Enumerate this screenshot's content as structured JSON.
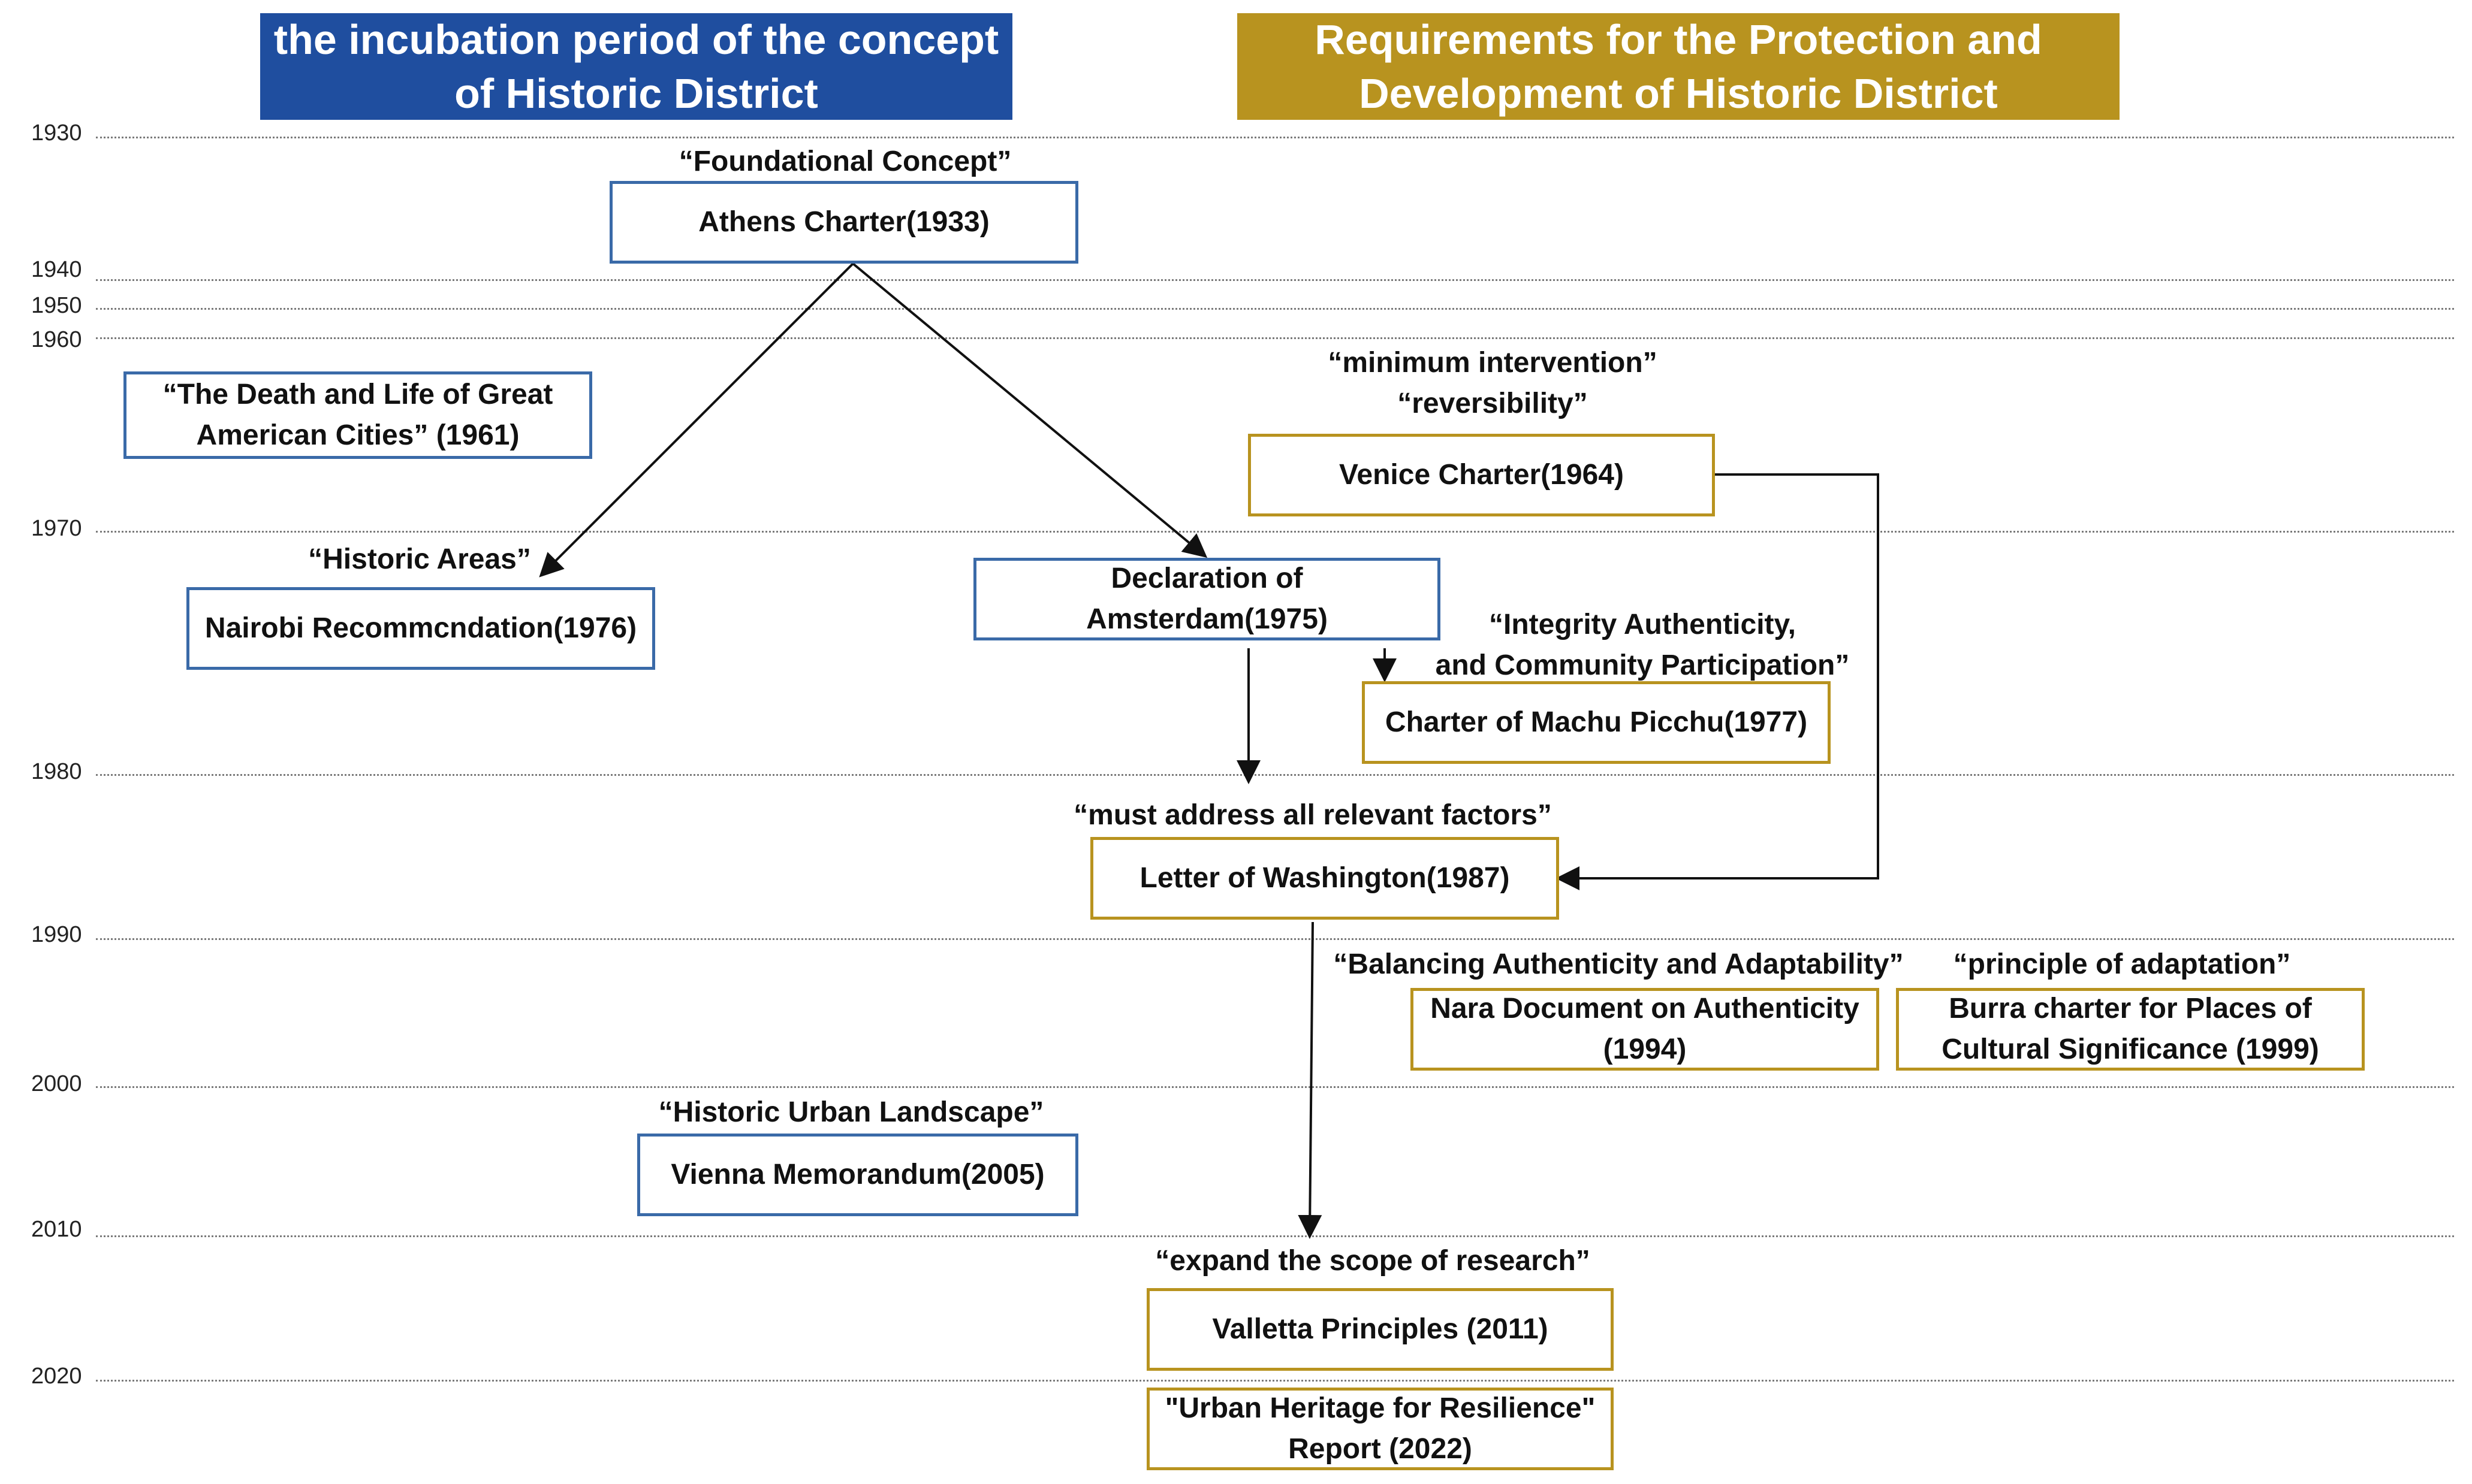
{
  "headers": {
    "left": "the incubation period of the concept of Historic District",
    "right": "Requirements for the Protection and Development of Historic District"
  },
  "colors": {
    "blue": "#1f4e9f",
    "gold": "#b8931f",
    "box_blue": "#3a6aa8"
  },
  "years": [
    "1930",
    "1940",
    "1950",
    "1960",
    "1970",
    "1980",
    "1990",
    "2000",
    "2010",
    "2020"
  ],
  "documents": {
    "athens": "Athens Charter(1933)",
    "death_life": "“The Death and Life of Great American Cities” (1961)",
    "venice": "Venice Charter(1964)",
    "nairobi": "Nairobi Recommcndation(1976)",
    "amsterdam": "Declaration of Amsterdam(1975)",
    "machu_picchu": "Charter of Machu Picchu(1977)",
    "washington": "Letter of Washington(1987)",
    "nara": "Nara Document on Authenticity (1994)",
    "burra": "Burra charter for Places of Cultural Significance (1999)",
    "vienna": "Vienna Memorandum(2005)",
    "valletta": "Valletta Principles (2011)",
    "urban_heritage": "\"Urban Heritage for Resilience\" Report (2022)"
  },
  "quotes": {
    "foundational": "“Foundational Concept”",
    "min_intervention": "“minimum intervention”\n“reversibility”",
    "historic_areas": "“Historic Areas”",
    "integrity": "“Integrity Authenticity,\nand Community Participation”",
    "all_factors": "“must address all relevant factors”",
    "balancing": "“Balancing Authenticity and Adaptability”",
    "adaptation": "“principle of adaptation”",
    "hul": "“Historic Urban Landscape”",
    "expand": "“expand the scope of research”"
  }
}
